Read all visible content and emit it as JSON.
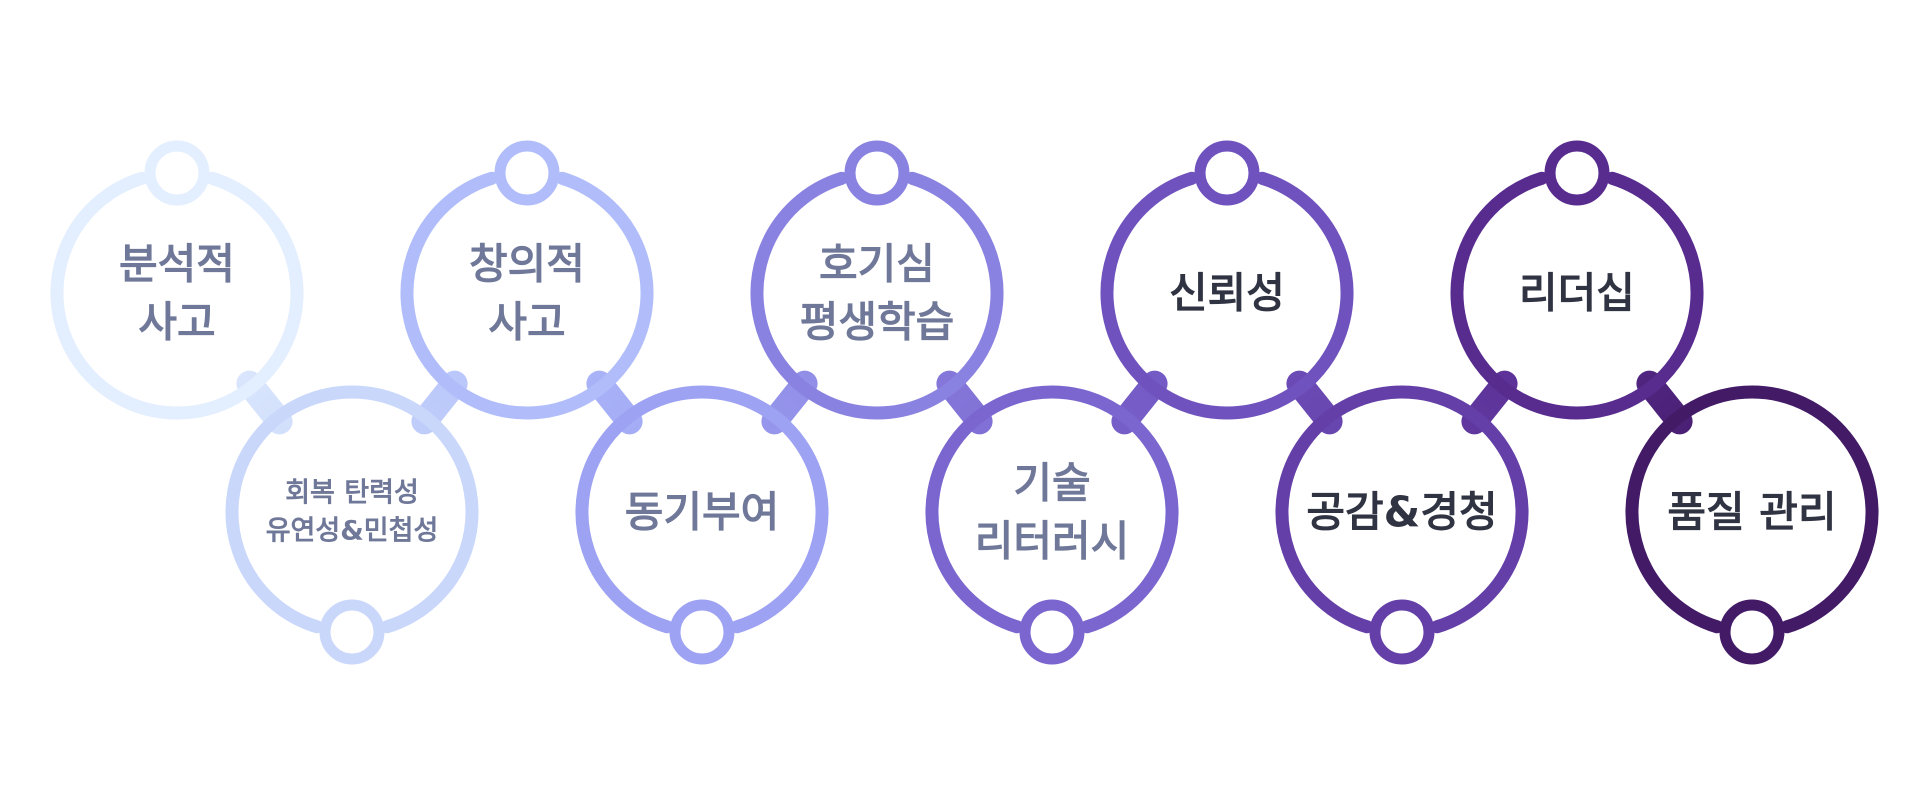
{
  "diagram": {
    "nodes": [
      {
        "lines": [
          "분석적",
          "사고"
        ],
        "color": "#e3eefe",
        "text_color": "#6f7898"
      },
      {
        "lines": [
          "회복 탄력성",
          "유연성&민첩성"
        ],
        "color": "#c9d7fb",
        "text_color": "#6f7898"
      },
      {
        "lines": [
          "창의적",
          "사고"
        ],
        "color": "#b0bdfa",
        "text_color": "#6f7898"
      },
      {
        "lines": [
          "동기부여"
        ],
        "color": "#9da2f3",
        "text_color": "#6f7898"
      },
      {
        "lines": [
          "호기심",
          "평생학습"
        ],
        "color": "#8a82e0",
        "text_color": "#6f7898"
      },
      {
        "lines": [
          "기술",
          "리터러시"
        ],
        "color": "#7b66cf",
        "text_color": "#6f7898"
      },
      {
        "lines": [
          "신뢰성"
        ],
        "color": "#6f52bd",
        "text_color": "#303342"
      },
      {
        "lines": [
          "공감&경청"
        ],
        "color": "#643fa8",
        "text_color": "#303342"
      },
      {
        "lines": [
          "리더십"
        ],
        "color": "#582b8f",
        "text_color": "#303342"
      },
      {
        "lines": [
          "품질 관리"
        ],
        "color": "#421a66",
        "text_color": "#303342"
      }
    ]
  }
}
